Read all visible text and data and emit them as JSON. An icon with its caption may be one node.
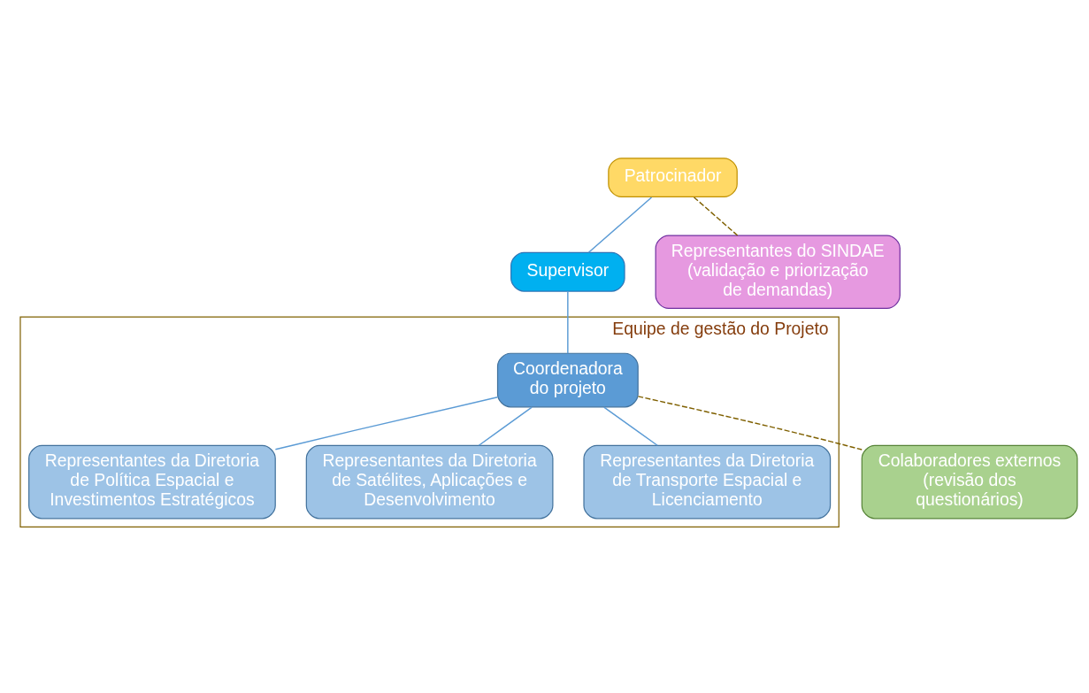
{
  "diagram": {
    "nodes": [
      {
        "text": [
          "Patrocinador"
        ]
      },
      {
        "text": [
          "Supervisor"
        ]
      },
      {
        "text": [
          "Equipe de gestão do Projeto"
        ]
      },
      {
        "text": [
          "Coordenadora do projeto"
        ],
        "in": 2
      },
      {
        "text": [
          "Representantes da Diretoria de Política Espacial e Investimentos Estratégicos"
        ],
        "in": 2
      },
      {
        "text": [
          "Representantes da Diretoria de Satélites, Aplicações e Desenvolvimento"
        ],
        "in": 2
      },
      {
        "text": [
          "Representantes da Diretoria de Transporte Espacial e Licenciamento"
        ],
        "in": 2
      },
      {
        "text": [
          "Colaboradores externos (revisão dos questionários)"
        ]
      },
      {
        "text": [
          "Representantes do SINDAE (validação e priorização de demandas)"
        ]
      }
    ],
    "edges": [
      {
        "from": 0,
        "to": 1,
        "arrow": "none"
      },
      {
        "from": 1,
        "to": 3,
        "arrow": "none"
      },
      {
        "from": 3,
        "to": 4,
        "arrow": "none"
      },
      {
        "from": 3,
        "to": 5,
        "arrow": "none"
      },
      {
        "from": 3,
        "to": 6,
        "arrow": "none"
      },
      {
        "from": 3,
        "to": 7,
        "arrow": "none",
        "style": "dashed",
        "color": "#7f6000"
      },
      {
        "from": 0,
        "to": 8,
        "arrow": "none",
        "style": "dashed",
        "color": "#7f6000"
      }
    ]
  }
}
